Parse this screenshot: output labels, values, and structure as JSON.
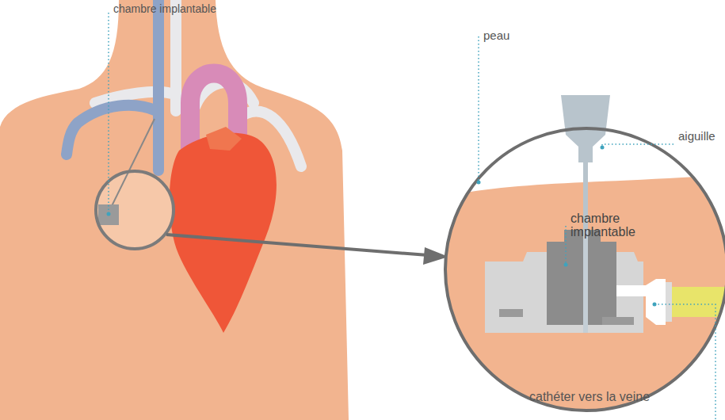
{
  "diagram": {
    "labels": [
      "chambre implantable",
      "peau",
      "aiguille",
      "chambre implantable",
      "cathéter vers la veine"
    ]
  }
}
